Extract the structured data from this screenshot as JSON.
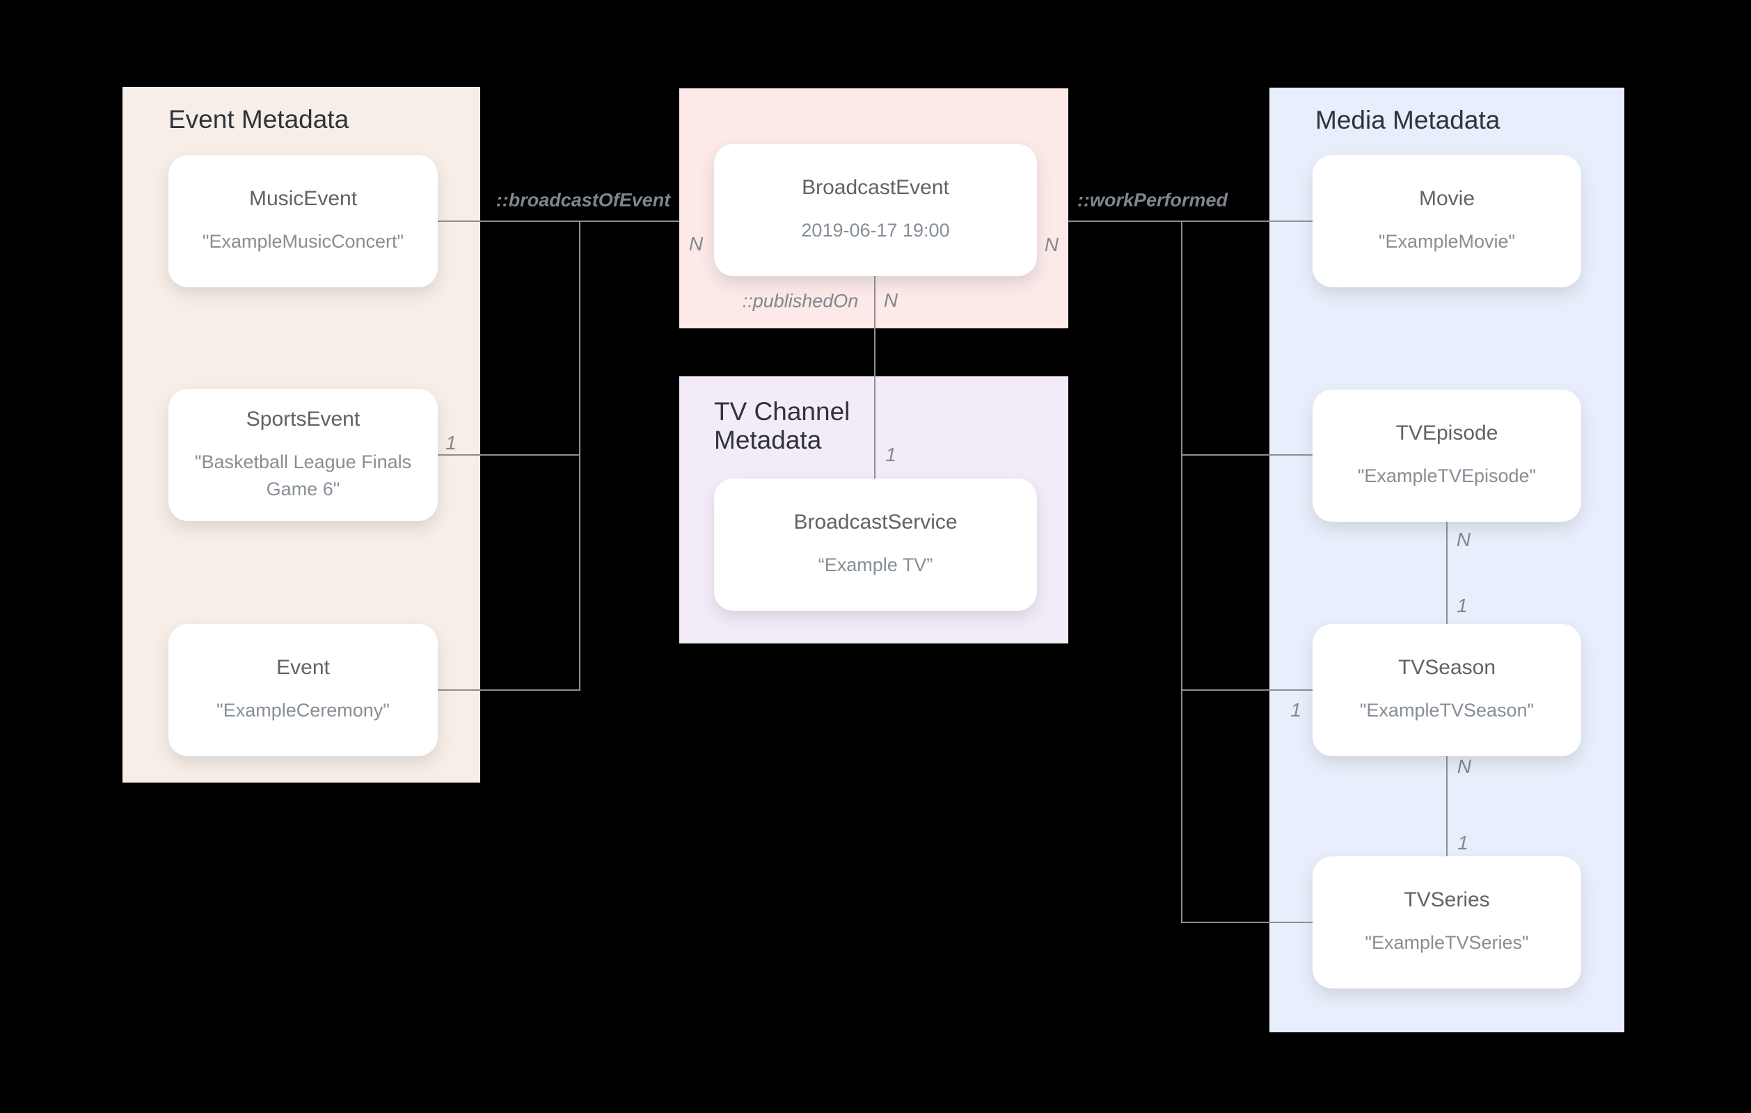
{
  "panels": {
    "event": {
      "title": "Event Metadata"
    },
    "tvChannel": {
      "title": "TV Channel Metadata"
    },
    "media": {
      "title": "Media Metadata"
    }
  },
  "cards": {
    "musicEvent": {
      "title": "MusicEvent",
      "subtitle": "\"ExampleMusicConcert\""
    },
    "sportsEvent": {
      "title": "SportsEvent",
      "subtitle": "\"Basketball League Finals Game 6\""
    },
    "event": {
      "title": "Event",
      "subtitle": "\"ExampleCeremony\""
    },
    "broadcastEvent": {
      "title": "BroadcastEvent",
      "subtitle": "2019-06-17 19:00"
    },
    "broadcastService": {
      "title": "BroadcastService",
      "subtitle": "“Example TV”"
    },
    "movie": {
      "title": "Movie",
      "subtitle": "\"ExampleMovie\""
    },
    "tvEpisode": {
      "title": "TVEpisode",
      "subtitle": "\"ExampleTVEpisode\""
    },
    "tvSeason": {
      "title": "TVSeason",
      "subtitle": "\"ExampleTVSeason\""
    },
    "tvSeries": {
      "title": "TVSeries",
      "subtitle": "\"ExampleTVSeries\""
    }
  },
  "edges": {
    "broadcastOfEvent": {
      "label": "::broadcastOfEvent"
    },
    "workPerformed": {
      "label": "::workPerformed"
    },
    "publishedOn": {
      "label": "::publishedOn"
    }
  },
  "multiplicities": {
    "musicEventN": "N",
    "workPerformedN": "N",
    "publishedOnN": "N",
    "broadcastServiceOne": "1",
    "sportsEventOne": "1",
    "tvSeasonOne": "1",
    "episodeSeasonN": "N",
    "episodeSeasonOne": "1",
    "seasonSeriesN": "N",
    "seasonSeriesOne": "1"
  },
  "colors": {
    "background": "#000000",
    "eventPanel": "#F7EEE7",
    "broadcastPanel": "#FCE9E8",
    "tvChannelPanel": "#F4EBF9",
    "mediaPanel": "#E8EEFB",
    "card": "#FFFFFF",
    "panelTitle": "#2F3438",
    "cardTitle": "#5F6368",
    "cardSubtitle": "#868E95",
    "connector": "#8A9096",
    "edgeLabel": "#7F868C"
  }
}
